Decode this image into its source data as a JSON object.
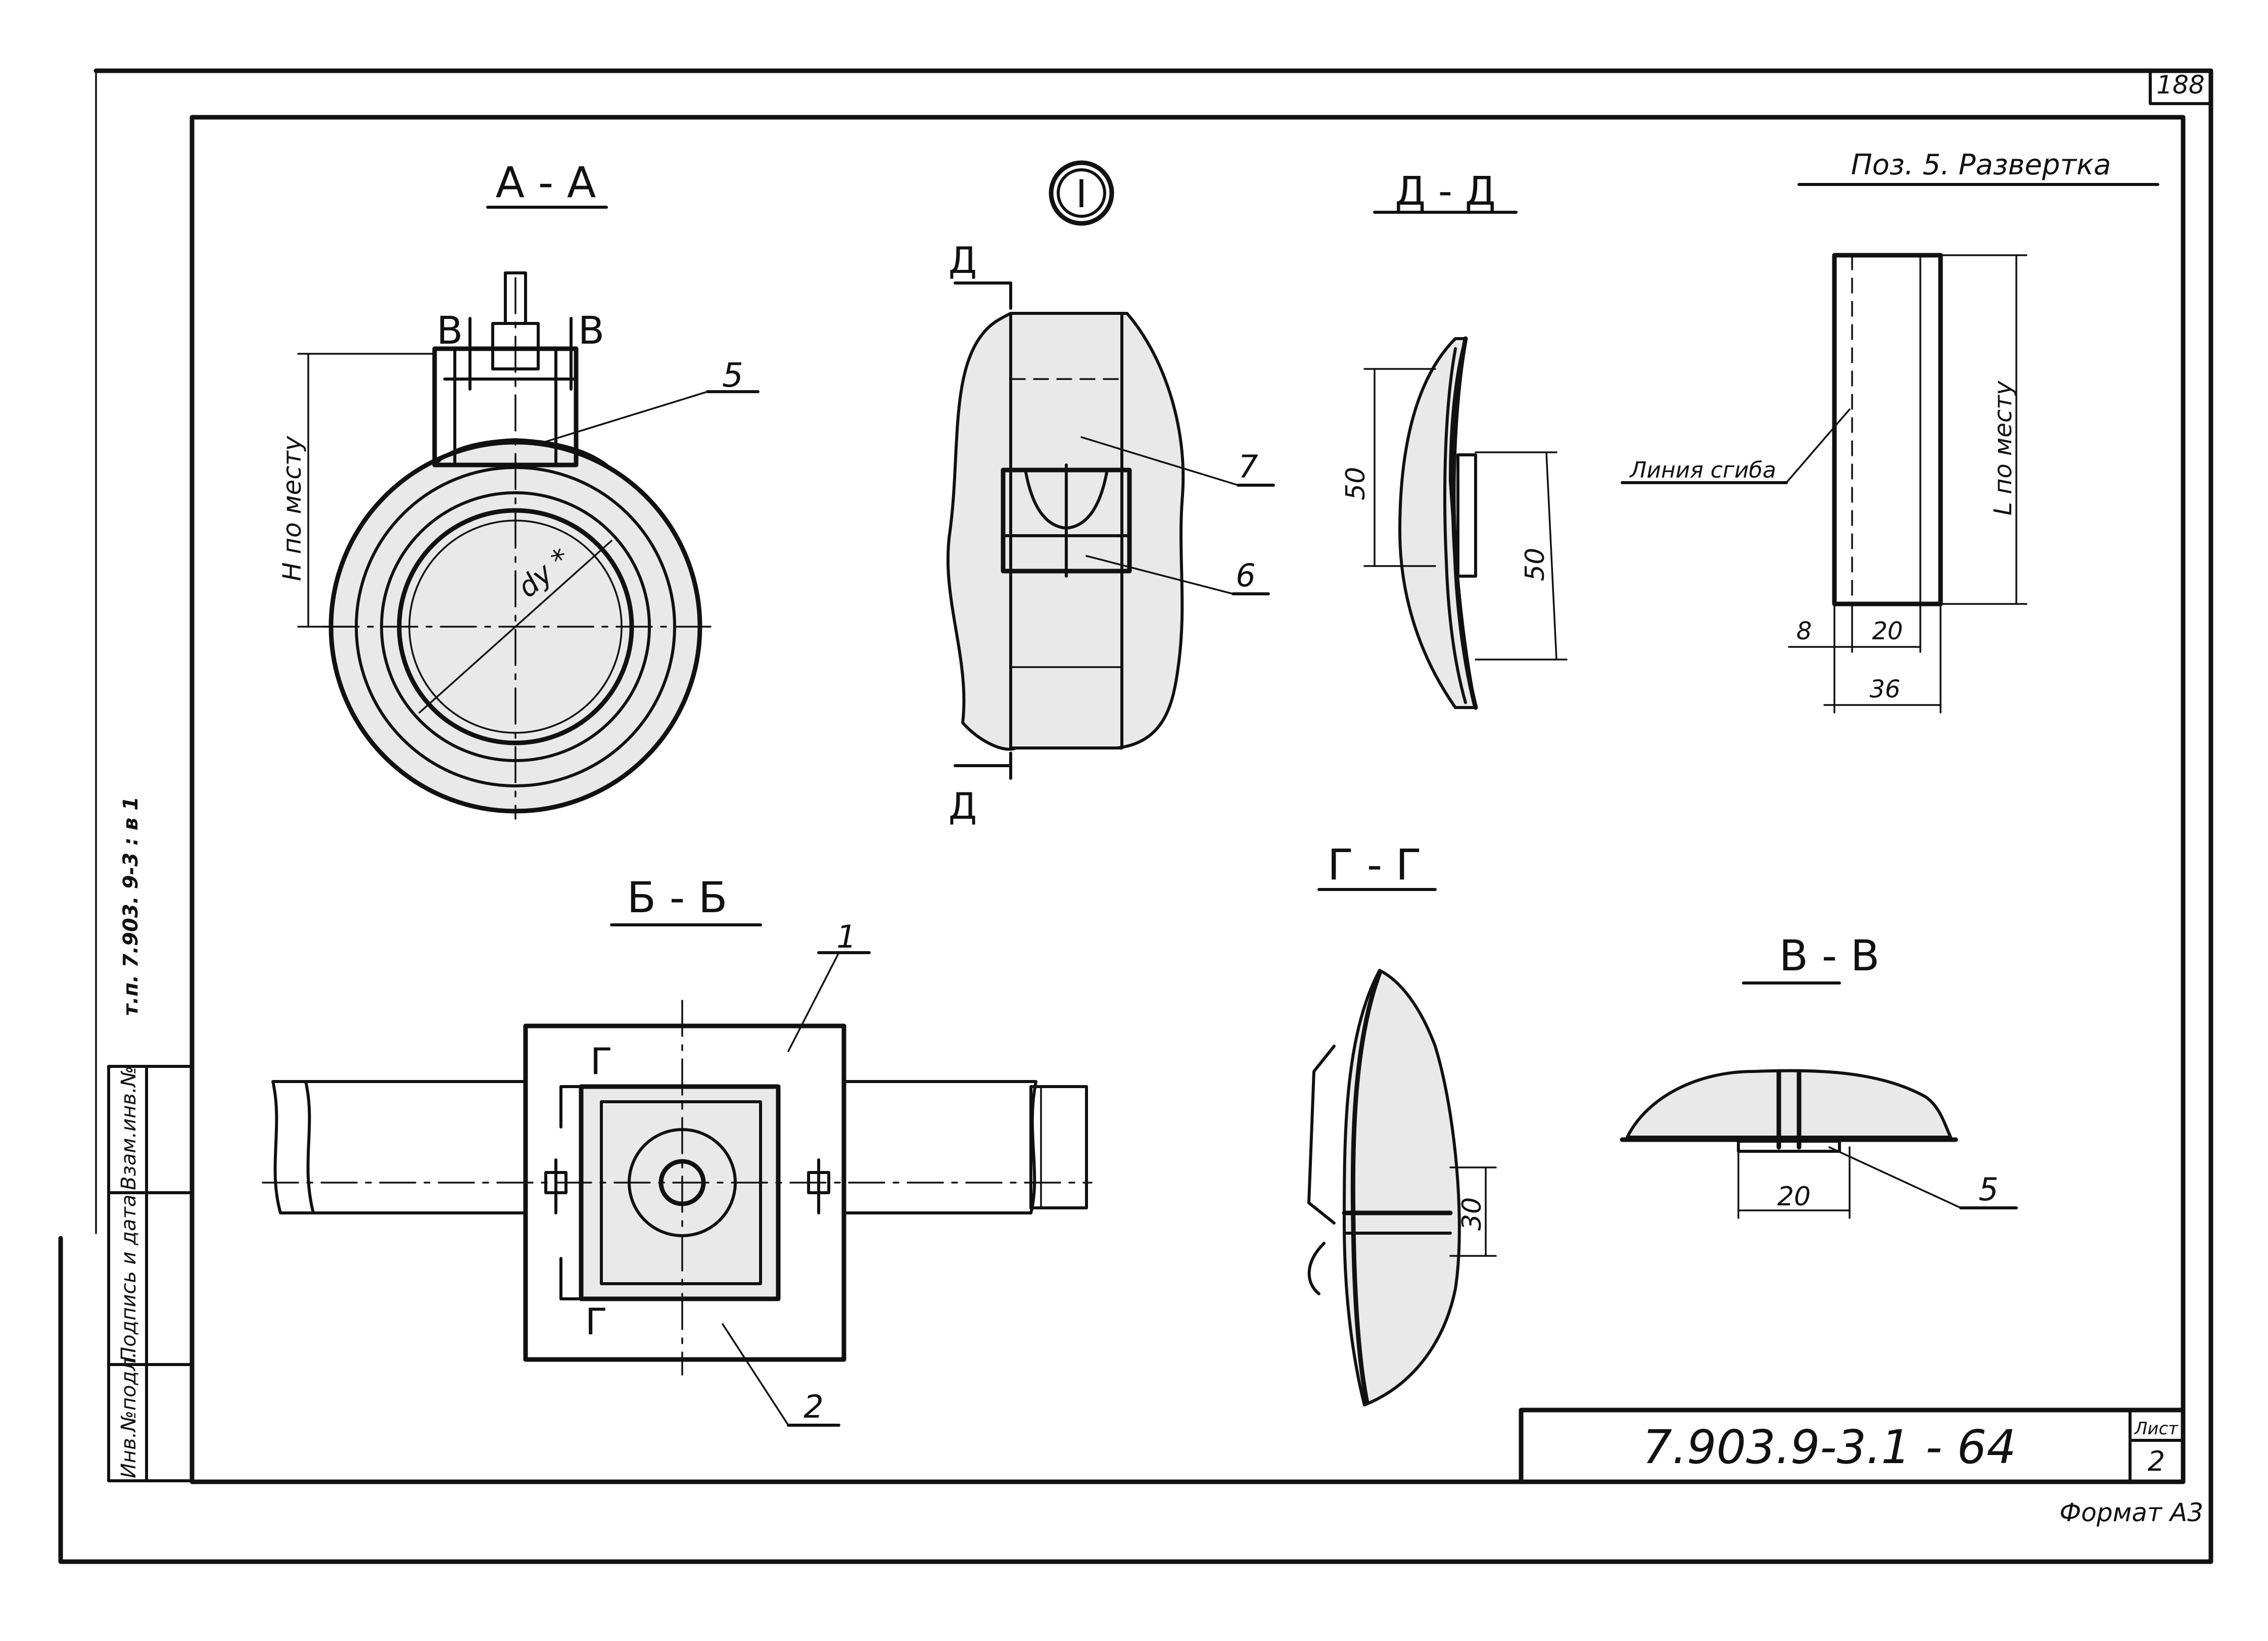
{
  "sheet": {
    "page_number": "188",
    "doc_code": "7.903.9-3.1 - 64",
    "sheet_label": "Лист",
    "sheet_number": "2",
    "format": "Формат А3",
    "side_note": "т.п. 7.903. 9-3 : в 1",
    "stamp_cells": [
      "Инв.№подл.",
      "Подпись и дата",
      "Взам.инв.№"
    ]
  },
  "views": {
    "aa": {
      "title": "А - А",
      "cut_left": "В",
      "cut_right": "В",
      "dim_height": "Н по месту",
      "dim_diameter": "dу *",
      "callout_5": "5"
    },
    "detail": {
      "title": "I",
      "cut_top": "Д",
      "cut_bottom": "Д",
      "callout_7": "7",
      "callout_6": "6"
    },
    "dd": {
      "title": "Д - Д",
      "dim_left": "50",
      "dim_right": "50"
    },
    "razvertka": {
      "title": "Поз. 5. Развертка",
      "bend_line": "Линия сгиба",
      "dim_length": "L по месту",
      "dim_8": "8",
      "dim_20": "20",
      "dim_36": "36"
    },
    "bb": {
      "title": "Б - Б",
      "cut_top": "Г",
      "cut_bottom": "Г",
      "callout_1": "1",
      "callout_2": "2"
    },
    "gg": {
      "title": "Г - Г",
      "dim_30": "30"
    },
    "vv": {
      "title": "В - В",
      "dim_20": "20",
      "callout_5": "5"
    }
  }
}
